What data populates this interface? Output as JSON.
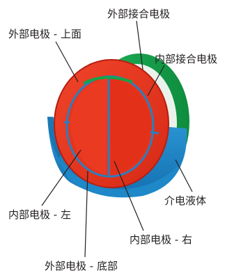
{
  "diagram": {
    "labels": {
      "outer_contact_electrode": "外部接合电极",
      "outer_electrode_top": "外部电极 - 上面",
      "inner_contact_electrode": "内部接合电极",
      "dielectric_liquid": "介电液体",
      "inner_electrode_left": "内部电极 - 左",
      "inner_electrode_right": "内部电极 - 右",
      "outer_electrode_bottom": "外部电极 - 底部"
    },
    "colors": {
      "outer_electrode_red": "#e8331c",
      "red_shadow": "#b81e10",
      "contact_green": "#16a34a",
      "liquid_blue": "#1e88c8",
      "liquid_blue_dark": "#1266a0",
      "gap_lines": "#2a7fbf",
      "leader_lines": "#231f20"
    }
  }
}
